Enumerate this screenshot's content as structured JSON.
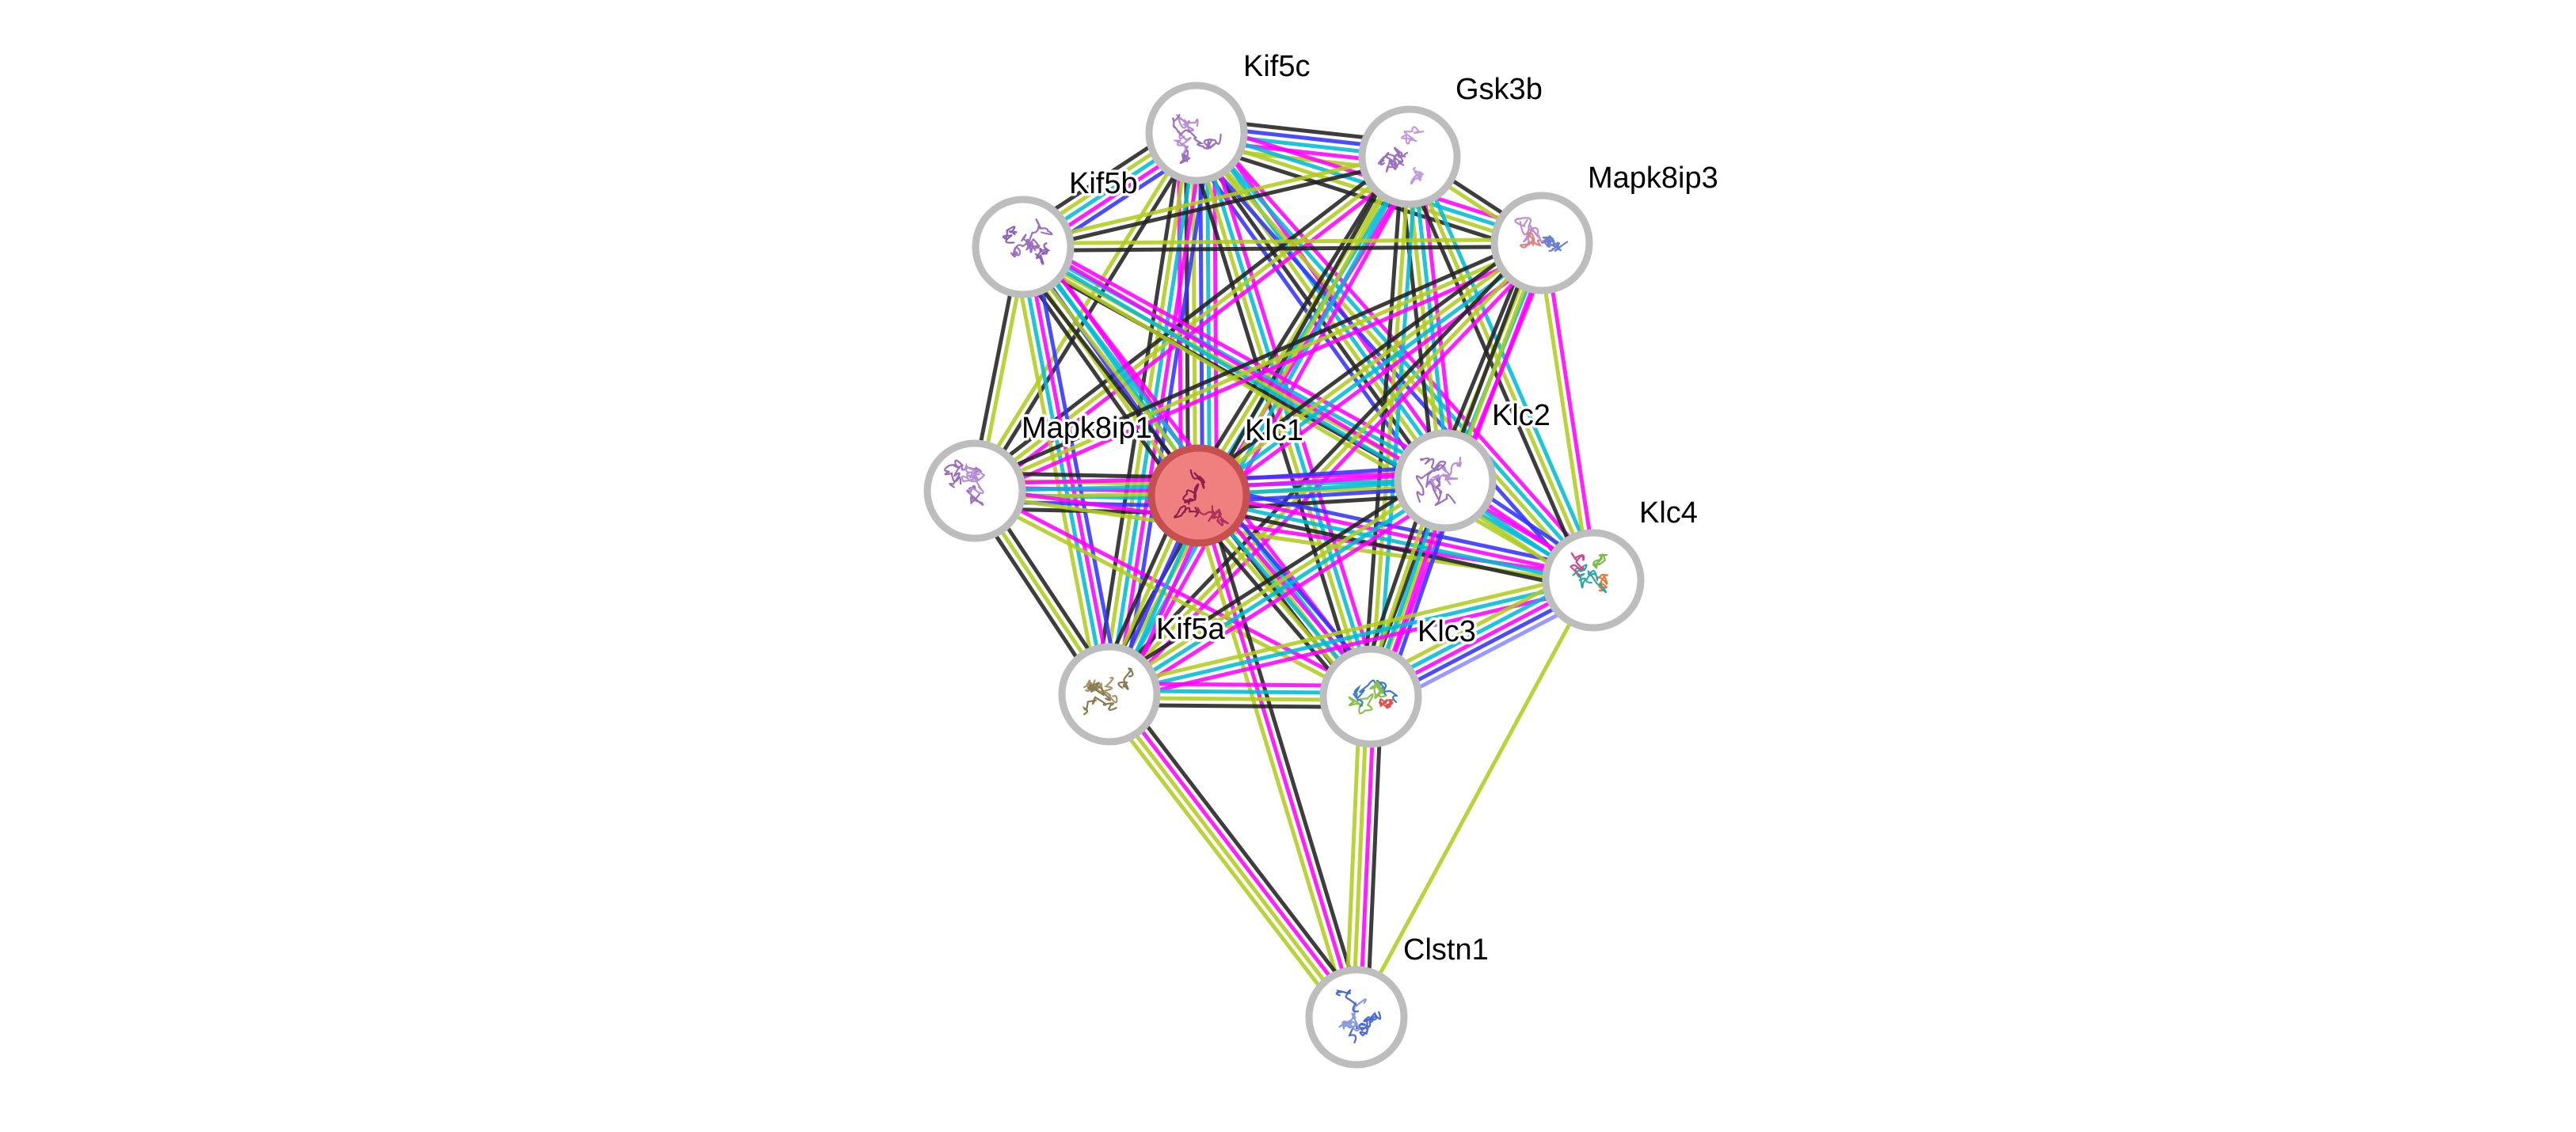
{
  "network": {
    "colors": {
      "experiments": "#ff00ff",
      "databases": "#00bcd4",
      "textmining": "#b2cc1f",
      "coexpression": "#222222",
      "homology": "#3333ff",
      "neighborhood": "#5555ff",
      "query_fill": "#f08080",
      "node_ring": "#bdbdbd"
    },
    "nodes": [
      {
        "id": "Kif5c",
        "label": "Kif5c",
        "icon": "protein-structure-icon",
        "query": false
      },
      {
        "id": "Gsk3b",
        "label": "Gsk3b",
        "icon": "protein-structure-icon",
        "query": false
      },
      {
        "id": "Kif5b",
        "label": "Kif5b",
        "icon": "protein-structure-icon",
        "query": false
      },
      {
        "id": "Mapk8ip3",
        "label": "Mapk8ip3",
        "icon": "protein-structure-icon",
        "query": false
      },
      {
        "id": "Mapk8ip1",
        "label": "Mapk8ip1",
        "icon": "protein-structure-icon",
        "query": false
      },
      {
        "id": "Klc1",
        "label": "Klc1",
        "icon": "protein-structure-icon",
        "query": true
      },
      {
        "id": "Klc2",
        "label": "Klc2",
        "icon": "protein-structure-icon",
        "query": false
      },
      {
        "id": "Klc4",
        "label": "Klc4",
        "icon": "protein-structure-icon",
        "query": false
      },
      {
        "id": "Kif5a",
        "label": "Kif5a",
        "icon": "protein-structure-icon",
        "query": false
      },
      {
        "id": "Klc3",
        "label": "Klc3",
        "icon": "protein-structure-icon",
        "query": false
      },
      {
        "id": "Clstn1",
        "label": "Clstn1",
        "icon": "protein-structure-icon",
        "query": false
      }
    ],
    "edges": [
      {
        "a": "Kif5c",
        "b": "Gsk3b",
        "types": [
          "coexpression",
          "homology",
          "databases",
          "experiments",
          "textmining"
        ]
      },
      {
        "a": "Kif5c",
        "b": "Kif5b",
        "types": [
          "homology",
          "experiments",
          "databases",
          "textmining",
          "coexpression"
        ]
      },
      {
        "a": "Kif5c",
        "b": "Mapk8ip3",
        "types": [
          "experiments",
          "databases",
          "textmining",
          "coexpression"
        ]
      },
      {
        "a": "Kif5c",
        "b": "Mapk8ip1",
        "types": [
          "coexpression",
          "textmining"
        ]
      },
      {
        "a": "Kif5c",
        "b": "Klc1",
        "types": [
          "experiments",
          "databases",
          "homology",
          "textmining",
          "coexpression",
          "experiments"
        ]
      },
      {
        "a": "Kif5c",
        "b": "Klc2",
        "types": [
          "experiments",
          "databases",
          "textmining",
          "coexpression",
          "homology"
        ]
      },
      {
        "a": "Kif5c",
        "b": "Klc4",
        "types": [
          "experiments",
          "databases",
          "textmining",
          "homology"
        ]
      },
      {
        "a": "Kif5c",
        "b": "Kif5a",
        "types": [
          "homology",
          "experiments",
          "databases",
          "textmining",
          "coexpression"
        ]
      },
      {
        "a": "Kif5c",
        "b": "Klc3",
        "types": [
          "experiments",
          "databases",
          "textmining",
          "coexpression"
        ]
      },
      {
        "a": "Gsk3b",
        "b": "Kif5b",
        "types": [
          "coexpression",
          "textmining"
        ]
      },
      {
        "a": "Gsk3b",
        "b": "Mapk8ip3",
        "types": [
          "coexpression",
          "textmining"
        ]
      },
      {
        "a": "Gsk3b",
        "b": "Mapk8ip1",
        "types": [
          "experiments",
          "textmining",
          "coexpression"
        ]
      },
      {
        "a": "Gsk3b",
        "b": "Klc1",
        "types": [
          "experiments",
          "databases",
          "textmining",
          "coexpression"
        ]
      },
      {
        "a": "Gsk3b",
        "b": "Klc2",
        "types": [
          "experiments",
          "databases",
          "textmining",
          "coexpression"
        ]
      },
      {
        "a": "Gsk3b",
        "b": "Klc4",
        "types": [
          "databases",
          "textmining",
          "coexpression"
        ]
      },
      {
        "a": "Gsk3b",
        "b": "Kif5a",
        "types": [
          "experiments",
          "databases",
          "textmining",
          "coexpression"
        ]
      },
      {
        "a": "Gsk3b",
        "b": "Klc3",
        "types": [
          "databases",
          "textmining",
          "coexpression"
        ]
      },
      {
        "a": "Kif5b",
        "b": "Mapk8ip3",
        "types": [
          "textmining",
          "coexpression"
        ]
      },
      {
        "a": "Kif5b",
        "b": "Mapk8ip1",
        "types": [
          "textmining",
          "coexpression"
        ]
      },
      {
        "a": "Kif5b",
        "b": "Klc1",
        "types": [
          "experiments",
          "databases",
          "homology",
          "textmining",
          "coexpression"
        ]
      },
      {
        "a": "Kif5b",
        "b": "Klc2",
        "types": [
          "experiments",
          "databases",
          "textmining",
          "coexpression"
        ]
      },
      {
        "a": "Kif5b",
        "b": "Klc4",
        "types": [
          "experiments",
          "databases",
          "textmining"
        ]
      },
      {
        "a": "Kif5b",
        "b": "Kif5a",
        "types": [
          "homology",
          "experiments",
          "databases",
          "textmining"
        ]
      },
      {
        "a": "Kif5b",
        "b": "Klc3",
        "types": [
          "experiments",
          "databases",
          "textmining",
          "coexpression"
        ]
      },
      {
        "a": "Mapk8ip3",
        "b": "Mapk8ip1",
        "types": [
          "experiments",
          "textmining",
          "coexpression"
        ]
      },
      {
        "a": "Mapk8ip3",
        "b": "Klc1",
        "types": [
          "experiments",
          "databases",
          "textmining",
          "coexpression"
        ]
      },
      {
        "a": "Mapk8ip3",
        "b": "Klc2",
        "types": [
          "experiments",
          "databases",
          "textmining",
          "coexpression"
        ]
      },
      {
        "a": "Mapk8ip3",
        "b": "Klc4",
        "types": [
          "experiments",
          "textmining"
        ]
      },
      {
        "a": "Mapk8ip3",
        "b": "Kif5a",
        "types": [
          "experiments",
          "textmining",
          "coexpression"
        ]
      },
      {
        "a": "Mapk8ip3",
        "b": "Klc3",
        "types": [
          "experiments",
          "textmining",
          "coexpression"
        ]
      },
      {
        "a": "Mapk8ip1",
        "b": "Klc1",
        "types": [
          "coexpression",
          "textmining",
          "experiments",
          "databases",
          "homology",
          "coexpression"
        ]
      },
      {
        "a": "Mapk8ip1",
        "b": "Klc2",
        "types": [
          "experiments",
          "databases",
          "textmining"
        ]
      },
      {
        "a": "Mapk8ip1",
        "b": "Klc4",
        "types": [
          "experiments",
          "textmining"
        ]
      },
      {
        "a": "Mapk8ip1",
        "b": "Kif5a",
        "types": [
          "coexpression",
          "textmining",
          "coexpression"
        ]
      },
      {
        "a": "Mapk8ip1",
        "b": "Klc3",
        "types": [
          "experiments",
          "textmining"
        ]
      },
      {
        "a": "Klc1",
        "b": "Klc2",
        "types": [
          "homology",
          "experiments",
          "databases",
          "homology",
          "coexpression"
        ]
      },
      {
        "a": "Klc1",
        "b": "Klc4",
        "types": [
          "homology",
          "experiments",
          "databases",
          "coexpression"
        ]
      },
      {
        "a": "Klc1",
        "b": "Kif5a",
        "types": [
          "experiments",
          "databases",
          "homology",
          "textmining",
          "coexpression"
        ]
      },
      {
        "a": "Klc1",
        "b": "Klc3",
        "types": [
          "homology",
          "experiments",
          "databases",
          "textmining",
          "coexpression"
        ]
      },
      {
        "a": "Klc1",
        "b": "Clstn1",
        "types": [
          "coexpression",
          "experiments",
          "textmining"
        ]
      },
      {
        "a": "Klc2",
        "b": "Klc4",
        "types": [
          "homology",
          "experiments",
          "databases",
          "textmining"
        ]
      },
      {
        "a": "Klc2",
        "b": "Kif5a",
        "types": [
          "experiments",
          "databases",
          "textmining",
          "coexpression"
        ]
      },
      {
        "a": "Klc2",
        "b": "Klc3",
        "types": [
          "homology",
          "experiments",
          "databases",
          "textmining",
          "coexpression"
        ]
      },
      {
        "a": "Klc4",
        "b": "Kif5a",
        "types": [
          "experiments",
          "databases",
          "textmining"
        ]
      },
      {
        "a": "Klc4",
        "b": "Klc3",
        "types": [
          "neighborhood",
          "homology",
          "experiments",
          "databases",
          "textmining"
        ]
      },
      {
        "a": "Klc4",
        "b": "Clstn1",
        "types": [
          "textmining"
        ]
      },
      {
        "a": "Kif5a",
        "b": "Klc3",
        "types": [
          "experiments",
          "databases",
          "textmining",
          "coexpression"
        ]
      },
      {
        "a": "Kif5a",
        "b": "Clstn1",
        "types": [
          "coexpression",
          "experiments",
          "textmining",
          "textmining"
        ]
      },
      {
        "a": "Klc3",
        "b": "Clstn1",
        "types": [
          "coexpression",
          "experiments",
          "textmining",
          "textmining"
        ]
      }
    ]
  }
}
